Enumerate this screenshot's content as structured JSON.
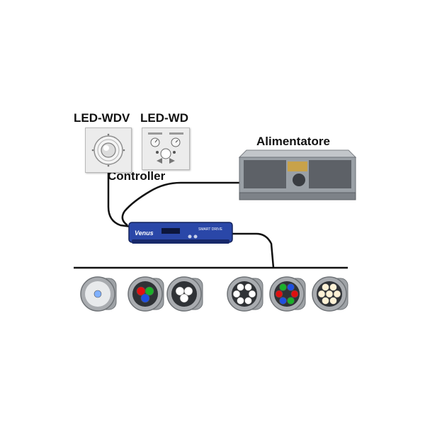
{
  "labels": {
    "led_wdv": "LED-WDV",
    "led_wd": "LED-WD",
    "controller": "Controller",
    "alimentatore": "Alimentatore"
  },
  "controller_box": {
    "brand": "Venus",
    "model": "SMART DRIVE",
    "color": "#2a47a8"
  },
  "spotlights": [
    {
      "name": "single-led-blue",
      "leds": [
        "#7fb0ff"
      ]
    },
    {
      "name": "rgb-3-led",
      "leds": [
        "#e01010",
        "#1bb02a",
        "#1f4fe0"
      ]
    },
    {
      "name": "white-3-led",
      "leds": [
        "#ffffff",
        "#ffffff",
        "#ffffff"
      ]
    },
    {
      "name": "white-6-led",
      "leds": [
        "#ffffff",
        "#ffffff",
        "#ffffff",
        "#ffffff",
        "#ffffff",
        "#ffffff"
      ]
    },
    {
      "name": "rgb-6-led",
      "leds": [
        "#e01010",
        "#1bb02a",
        "#1f4fe0",
        "#e01010",
        "#1bb02a",
        "#1f4fe0"
      ]
    },
    {
      "name": "warm-white-7-led",
      "leds": [
        "#fff2d6",
        "#fff2d6",
        "#fff2d6",
        "#fff2d6",
        "#fff2d6",
        "#fff2d6",
        "#fff2d6"
      ]
    }
  ],
  "colors": {
    "wire": "#111111",
    "aluminium": "#a9acb0",
    "supply_body": "#9aa0a6"
  }
}
